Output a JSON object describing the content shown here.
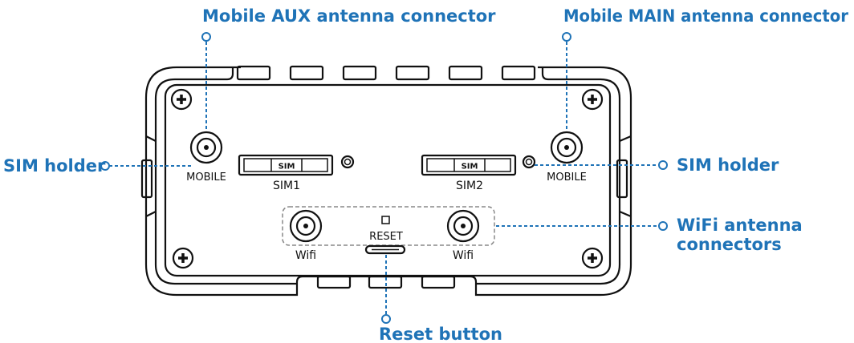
{
  "callouts": {
    "aux_antenna": "Mobile AUX antenna connector",
    "main_antenna": "Mobile MAIN antenna connector",
    "sim_holder_left": "SIM holder",
    "sim_holder_right": "SIM holder",
    "wifi_line1": "WiFi antenna",
    "wifi_line2": "connectors",
    "reset_button": "Reset button"
  },
  "device": {
    "mobile_left": "MOBILE",
    "mobile_right": "MOBILE",
    "sim_left_tag": "SIM",
    "sim_right_tag": "SIM",
    "sim1": "SIM1",
    "sim2": "SIM2",
    "reset": "RESET",
    "wifi_left": "Wifi",
    "wifi_right": "Wifi"
  },
  "colors": {
    "callout": "#1f73b7",
    "outline": "#111111"
  }
}
